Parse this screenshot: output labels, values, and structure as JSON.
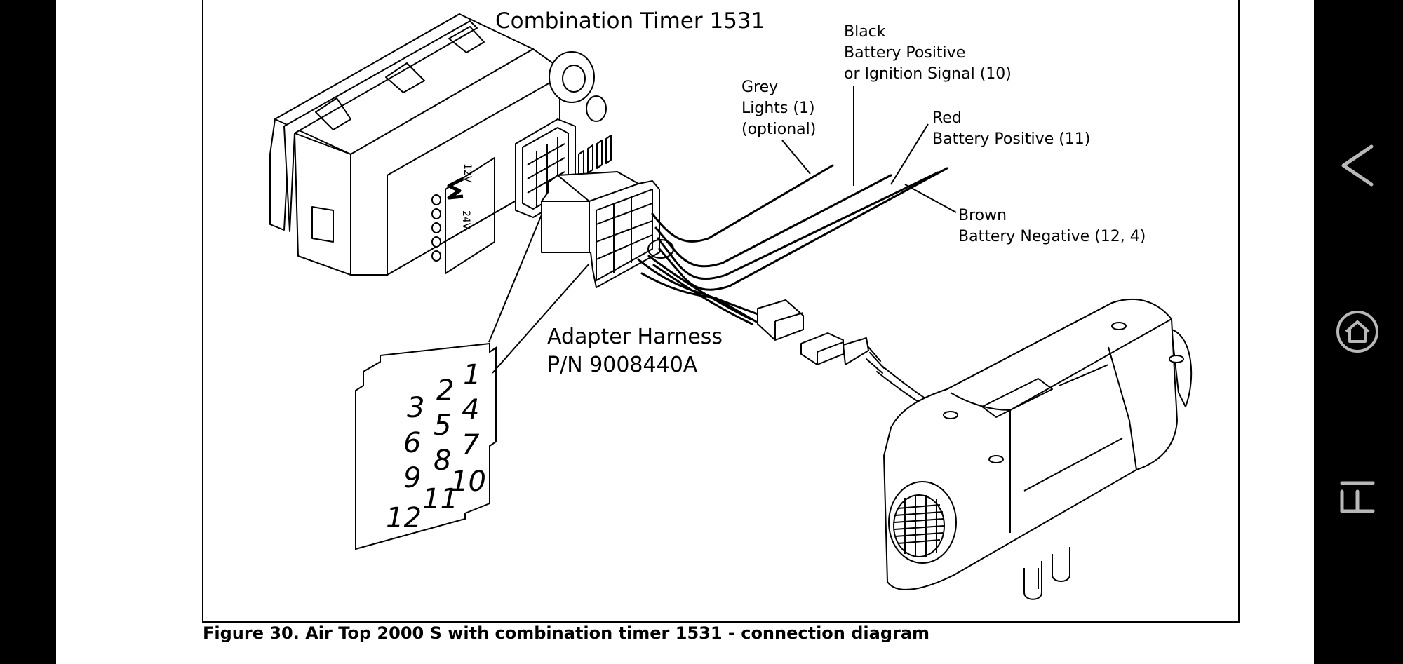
{
  "figure": {
    "caption": "Figure 30.  Air Top 2000 S with combination timer 1531 - connection diagram"
  },
  "labels": {
    "timer_title": "Combination Timer 1531",
    "black": [
      "Black",
      "Battery Positive",
      "or Ignition Signal (10)"
    ],
    "grey": [
      "Grey",
      "Lights (1)",
      "(optional)"
    ],
    "red": [
      "Red",
      "Battery Positive (11)"
    ],
    "brown": [
      "Brown",
      "Battery Negative (12, 4)"
    ],
    "adapter": [
      "Adapter Harness",
      "P/N 9008440A"
    ],
    "voltage_12": "12V",
    "voltage_24": "24V"
  },
  "pinout": {
    "pins": [
      "1",
      "2",
      "3",
      "4",
      "5",
      "6",
      "7",
      "8",
      "9",
      "10",
      "11",
      "12"
    ]
  },
  "nav": {
    "back_icon": "chevron-left-icon",
    "home_icon": "home-icon",
    "recents_icon": "recents-icon"
  },
  "colors": {
    "page": "#ffffff",
    "chrome": "#000000",
    "line": "#000000",
    "nav_icon": "#b8b8b8"
  }
}
